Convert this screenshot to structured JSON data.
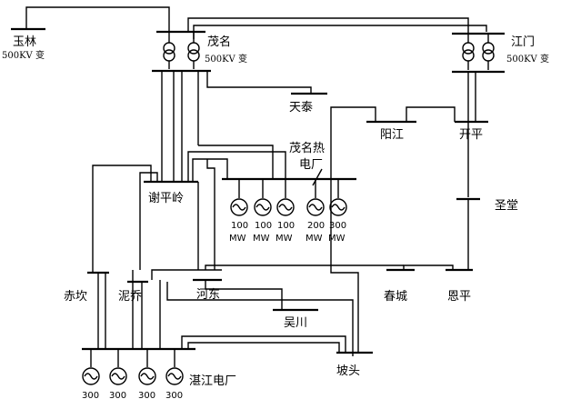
{
  "stations": {
    "yulin": {
      "name": "玉林",
      "rating": "500KV 变"
    },
    "maoming": {
      "name": "茂名",
      "rating": "500KV 变"
    },
    "jiangmen": {
      "name": "江门",
      "rating": "500KV 变"
    },
    "tiantai": {
      "name": "天泰"
    },
    "yangjiang": {
      "name": "阳江"
    },
    "kaiping": {
      "name": "开平"
    },
    "shengtang": {
      "name": "圣堂"
    },
    "maoming_thermal": {
      "line1": "茂名热",
      "line2": "电厂"
    },
    "xiepingling": {
      "name": "谢平岭"
    },
    "chikan": {
      "name": "赤坎"
    },
    "niqiao": {
      "name": "泥乔"
    },
    "hedong": {
      "name": "河东"
    },
    "chuncheng": {
      "name": "春城"
    },
    "enping": {
      "name": "恩平"
    },
    "wuchuan": {
      "name": "吴川"
    },
    "potou": {
      "name": "坡头"
    },
    "zhanjiang_plant": {
      "name": "湛江电厂"
    }
  },
  "maoming_generators": [
    {
      "mw": "100",
      "unit": "MW"
    },
    {
      "mw": "100",
      "unit": "MW"
    },
    {
      "mw": "100",
      "unit": "MW"
    },
    {
      "mw": "200",
      "unit": "MW"
    },
    {
      "mw": "300",
      "unit": "MW"
    }
  ],
  "zhanjiang_generators": [
    {
      "mw": "300"
    },
    {
      "mw": "300"
    },
    {
      "mw": "300"
    },
    {
      "mw": "300"
    }
  ],
  "colors": {
    "line": "#000000",
    "background": "#ffffff"
  }
}
